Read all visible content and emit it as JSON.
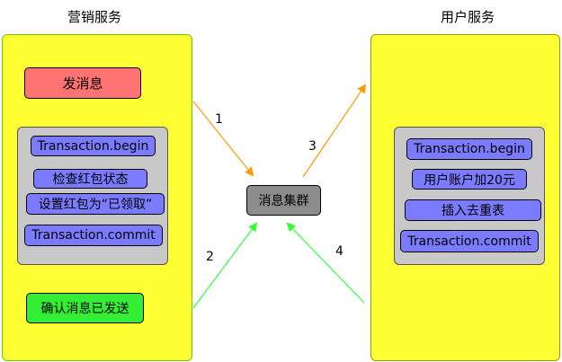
{
  "marketing_service": {
    "title": "营销服务",
    "send_message": "发消息",
    "transaction": {
      "begin": "Transaction.begin",
      "check": "检查红包状态",
      "set": "设置红包为“已领取”",
      "commit": "Transaction.commit"
    },
    "confirm": "确认消息已发送"
  },
  "user_service": {
    "title": "用户服务",
    "transaction": {
      "begin": "Transaction.begin",
      "add": "用户账户加20元",
      "dedupe": "插入去重表",
      "commit": "Transaction.commit"
    }
  },
  "message_cluster": "消息集群",
  "arrows": {
    "step1": "1",
    "step2": "2",
    "step3": "3",
    "step4": "4"
  },
  "colors": {
    "orange_arrow": "#ff9900",
    "green_arrow": "#33ff33",
    "service_fill": "#ffff33",
    "blue_step": "#7b7bff"
  }
}
